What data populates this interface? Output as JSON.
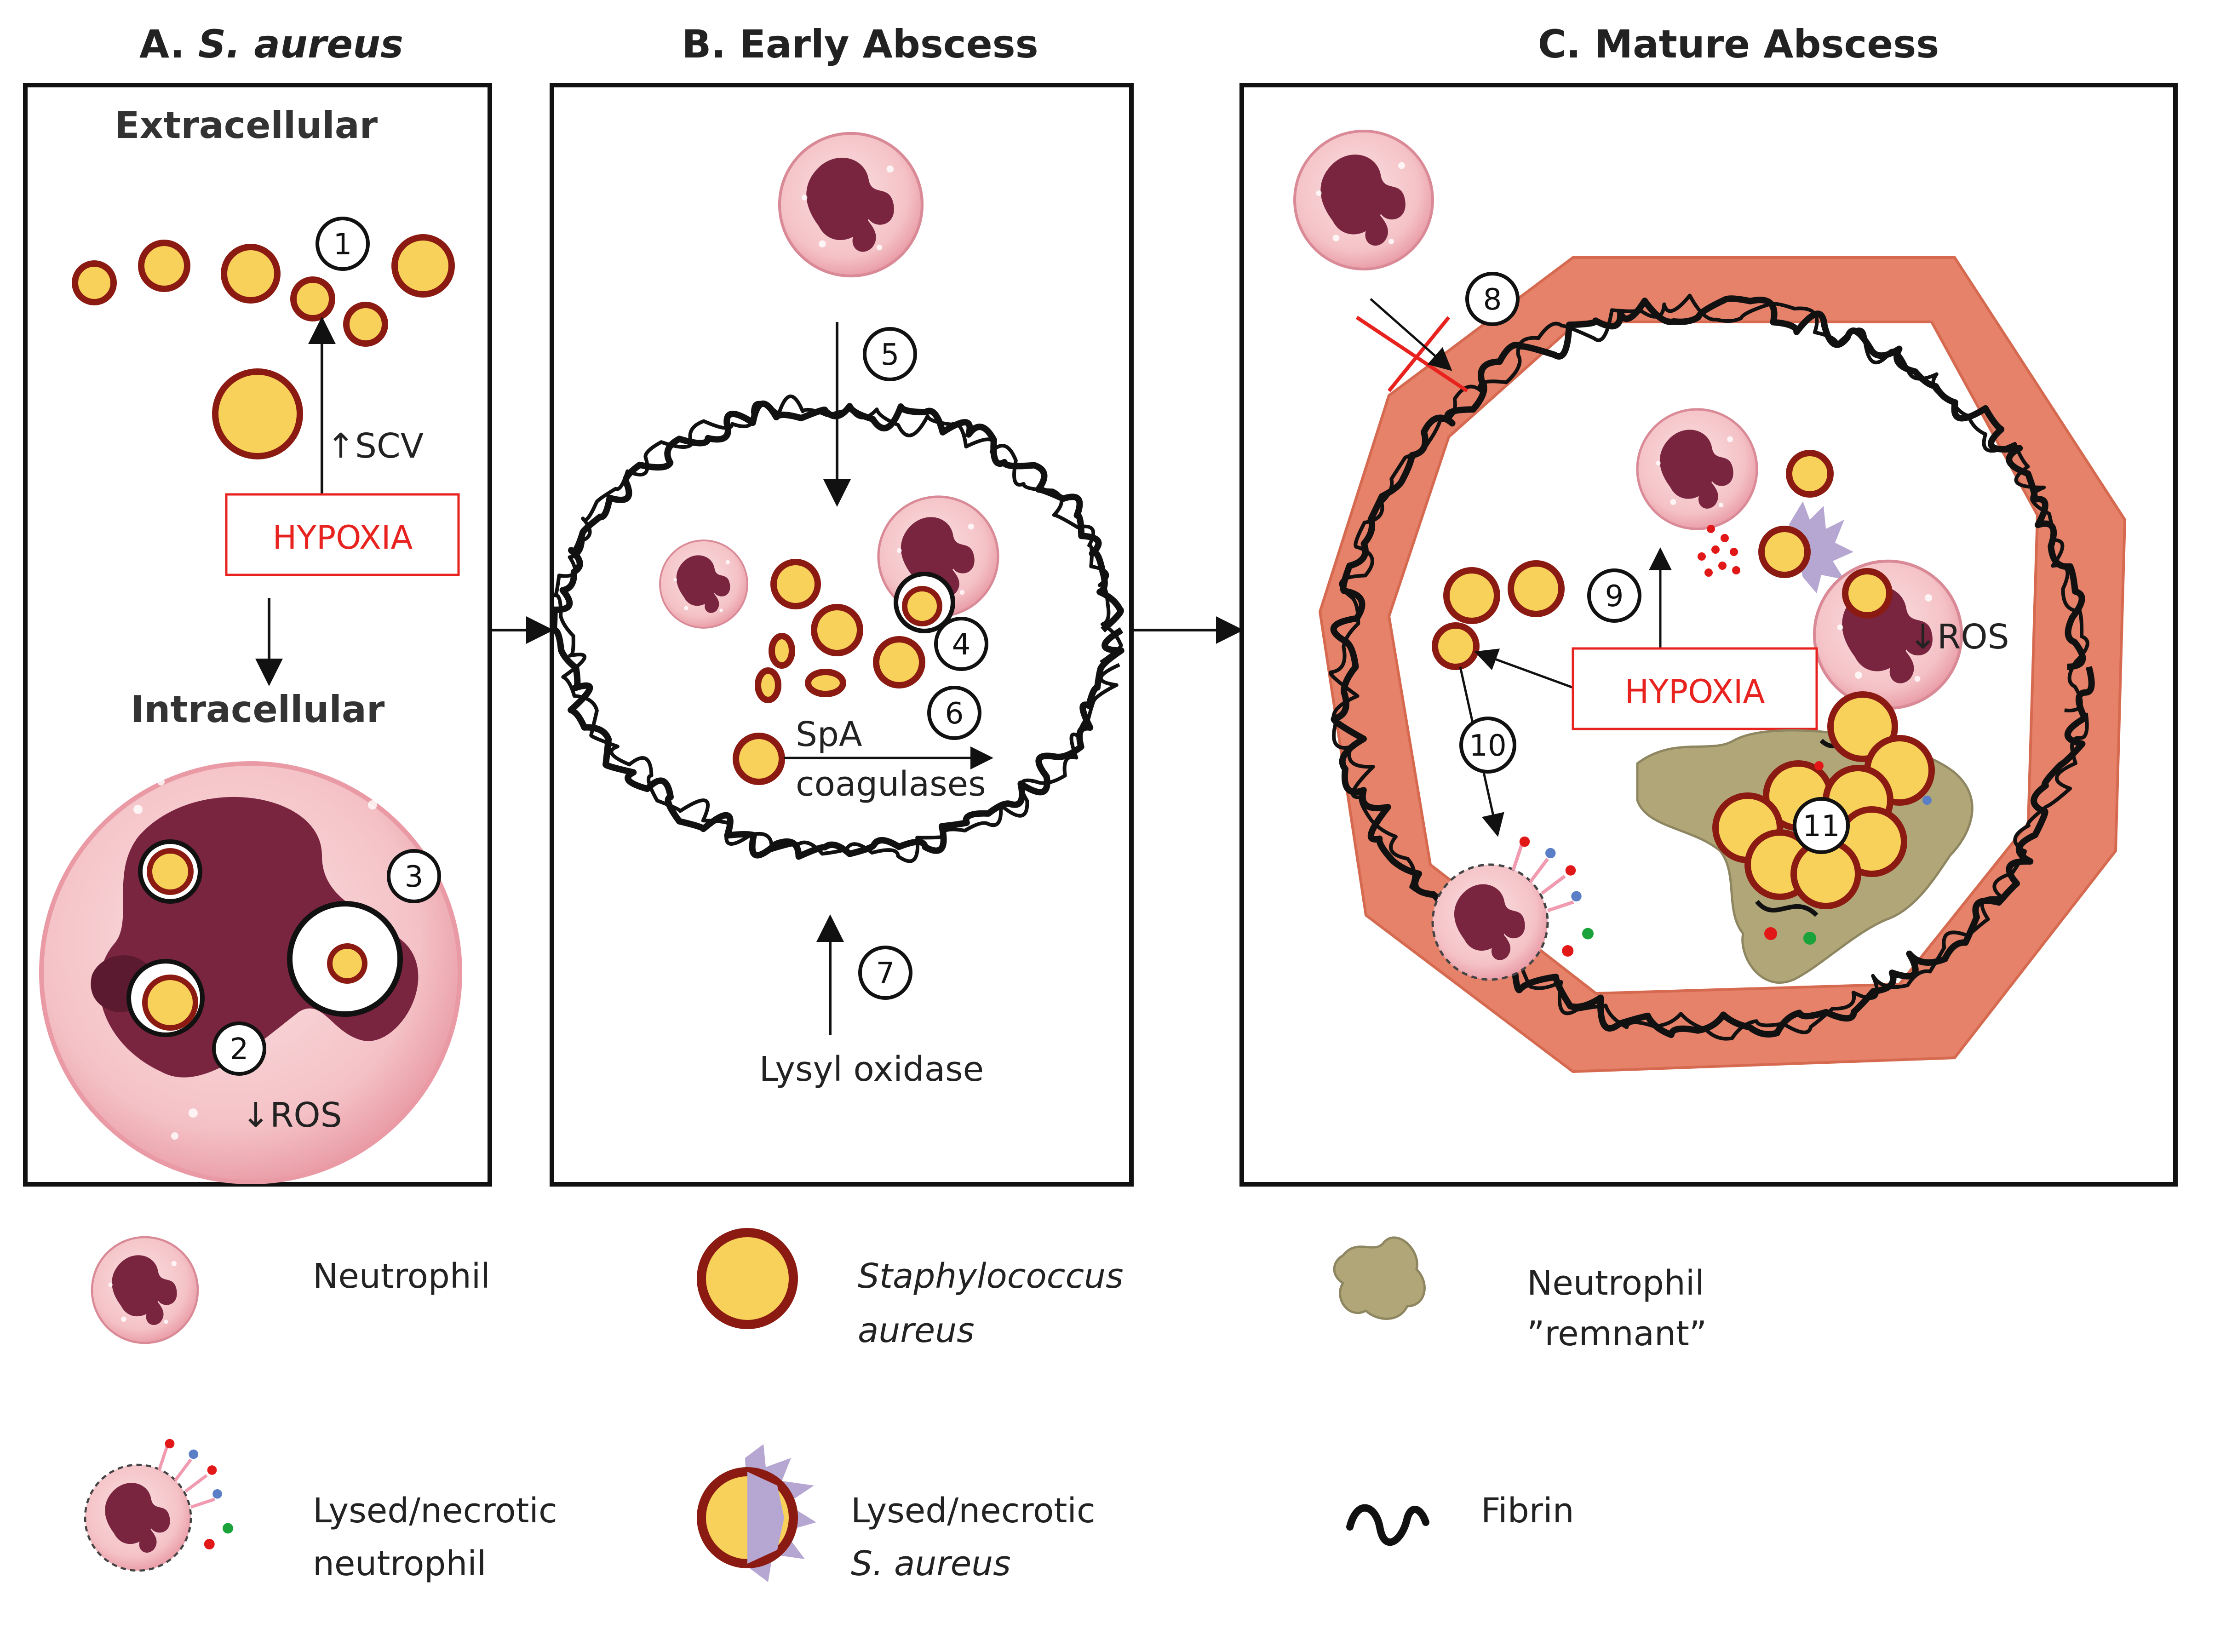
{
  "titles": {
    "a_prefix": "A.",
    "a_italic": "S. aureus",
    "b": "B. Early Abscess",
    "c": "C. Mature Abscess"
  },
  "panel_a": {
    "extracellular": "Extracellular",
    "intracellular": "Intracellular",
    "hypoxia": "HYPOXIA",
    "scv": "↑SCV",
    "ros": "↓ROS"
  },
  "panel_b": {
    "spa": "SpA",
    "coagulases": "coagulases",
    "lysyl": "Lysyl oxidase"
  },
  "panel_c": {
    "hypoxia": "HYPOXIA",
    "ros": "↓ROS"
  },
  "steps": [
    "1",
    "2",
    "3",
    "4",
    "5",
    "6",
    "7",
    "8",
    "9",
    "10",
    "11"
  ],
  "legend": {
    "neutrophil": "Neutrophil",
    "staph_line1": "Staphylococcus",
    "staph_line2": "aureus",
    "remnant_line1": "Neutrophil",
    "remnant_line2": "”remnant”",
    "lysed_neut_line1": "Lysed/necrotic",
    "lysed_neut_line2": "neutrophil",
    "lysed_sa_line1": "Lysed/necrotic",
    "lysed_sa_line2": "S. aureus",
    "fibrin": "Fibrin"
  },
  "colors": {
    "neutrophil_fill": "#f4c2c6",
    "nucleus": "#7a2540",
    "bacteria_fill": "#f8d15a",
    "bacteria_edge": "#8b1a12",
    "hypoxia_red": "#e8231f",
    "capsule": "#e6826a",
    "remnant": "#b0a678",
    "lysis_purple": "#b6a6d2"
  }
}
